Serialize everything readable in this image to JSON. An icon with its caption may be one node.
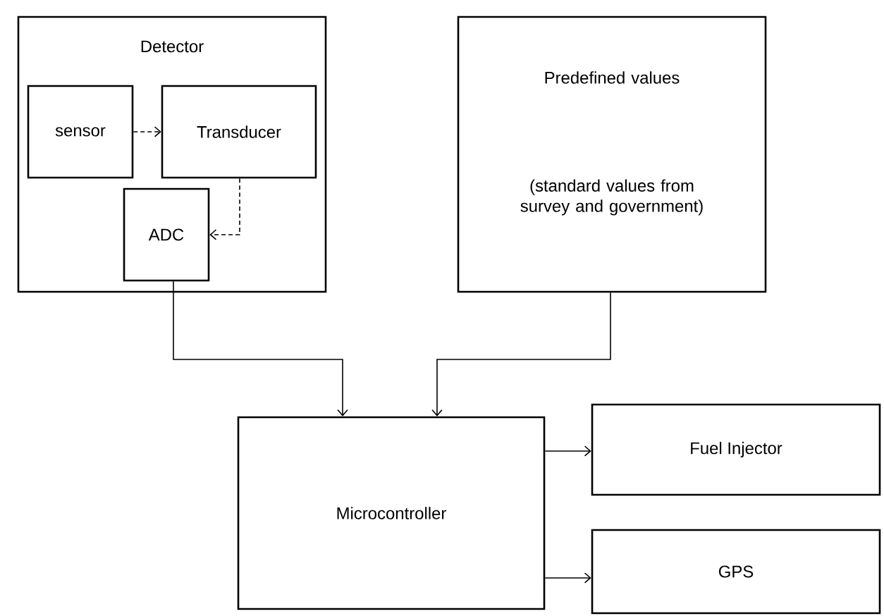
{
  "diagram": {
    "nodes": [
      {
        "text": [
          "Detector"
        ]
      },
      {
        "text": [
          "sensor"
        ],
        "in": 0
      },
      {
        "text": [
          "Transducer"
        ],
        "in": 0
      },
      {
        "text": [
          "ADC"
        ],
        "in": 0
      },
      {
        "text": [
          "Predefined values",
          "(standard values from survey and government)"
        ]
      },
      {
        "text": [
          "Microcontroller"
        ]
      },
      {
        "text": [
          "Fuel Injector"
        ]
      },
      {
        "text": [
          "GPS"
        ]
      }
    ],
    "edges": [
      {
        "from": 1,
        "to": 2,
        "arrow": "to",
        "style": "dashed"
      },
      {
        "from": 2,
        "to": 3,
        "arrow": "to",
        "style": "dashed"
      },
      {
        "from": 3,
        "to": 5,
        "arrow": "to"
      },
      {
        "from": 4,
        "to": 5,
        "arrow": "to"
      },
      {
        "from": 5,
        "to": 6,
        "arrow": "to"
      },
      {
        "from": 5,
        "to": 7,
        "arrow": "to"
      }
    ]
  }
}
